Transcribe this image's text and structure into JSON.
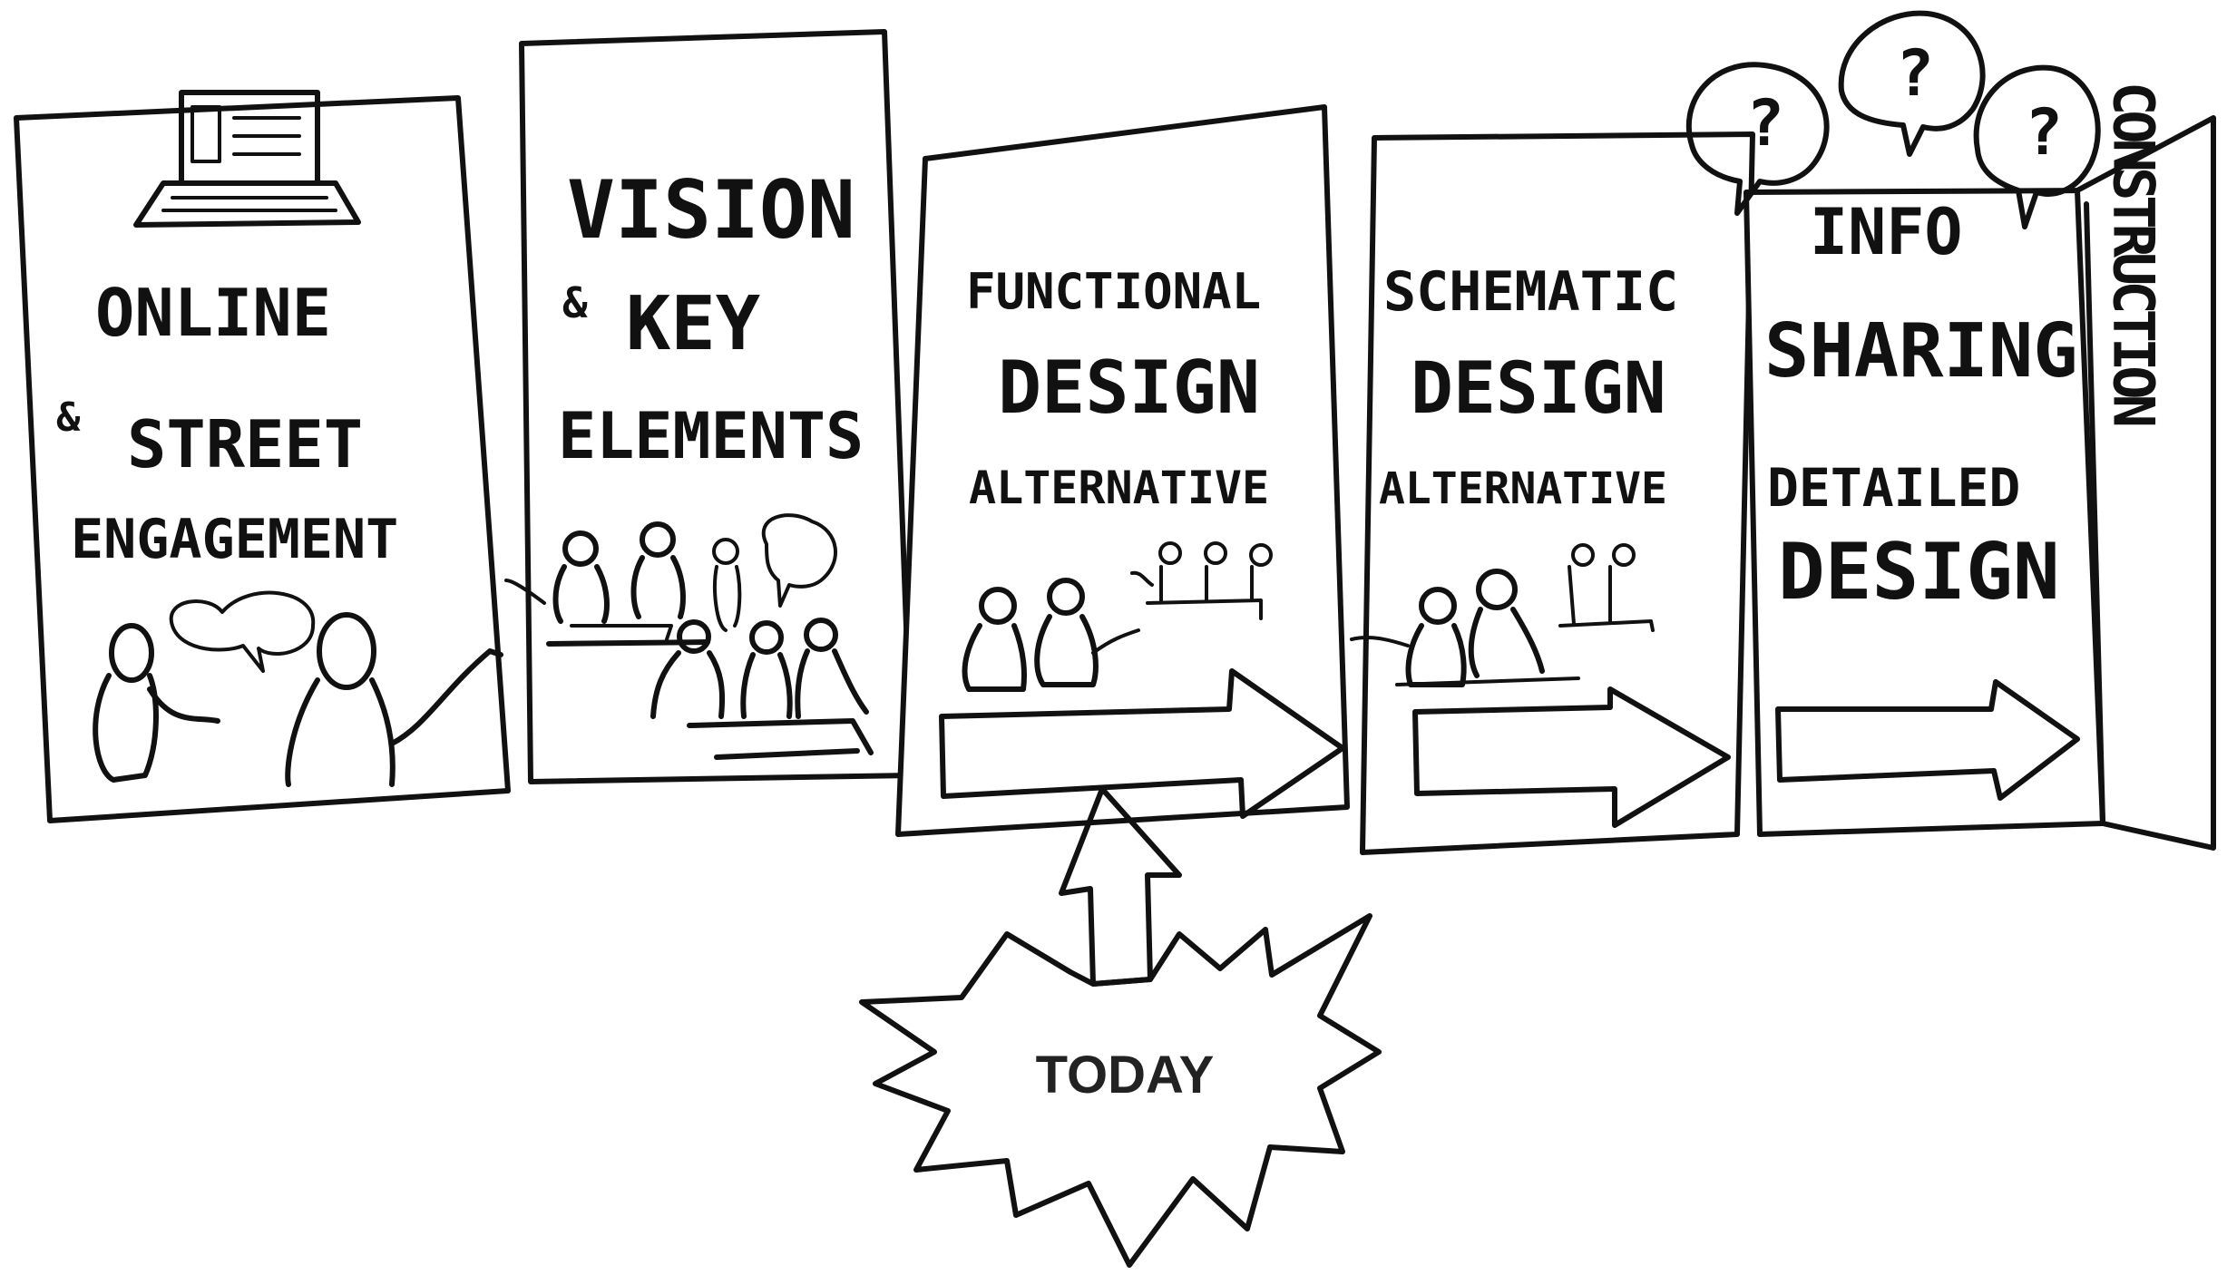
{
  "stages": [
    {
      "lines": [
        "ONLINE",
        "&",
        "STREET",
        "ENGAGEMENT"
      ]
    },
    {
      "lines": [
        "VISION",
        "&",
        "KEY",
        "ELEMENTS"
      ]
    },
    {
      "lines": [
        "FUNCTIONAL",
        "DESIGN",
        "ALTERNATIVE"
      ]
    },
    {
      "lines": [
        "SCHEMATIC",
        "DESIGN",
        "ALTERNATIVE"
      ]
    },
    {
      "lines": [
        "INFO",
        "SHARING",
        "DETAILED",
        "DESIGN"
      ]
    }
  ],
  "construction": "CONSTRUCTION",
  "today": "TODAY",
  "question_mark": "?"
}
